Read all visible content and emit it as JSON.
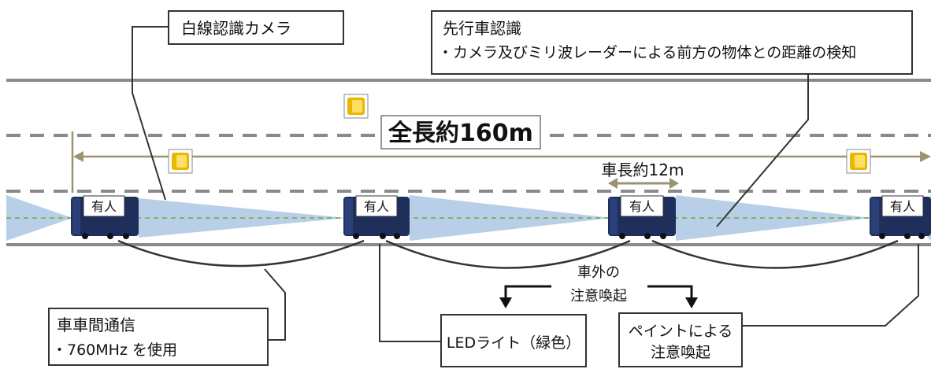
{
  "callouts": {
    "camera": "白線認識カメラ",
    "lead_title": "先行車認識",
    "lead_detail": "・カメラ及びミリ波レーダーによる前方の物体との距離の検知",
    "comm_title": "車車間通信",
    "comm_detail": "・760MHz を使用",
    "led": "LEDライト（緑色）",
    "paint_line1": "ペイントによる",
    "paint_line2": "注意喚起"
  },
  "labels": {
    "total_length": "全長約160m",
    "truck_length": "車長約12m",
    "alert_line1": "車外の",
    "alert_line2": "注意喚起"
  },
  "trucks": [
    {
      "tag": "有人"
    },
    {
      "tag": "有人"
    },
    {
      "tag": "有人"
    },
    {
      "tag": "有人"
    }
  ],
  "colors": {
    "road_line": "#8a8a8a",
    "sensor_beam": "#b9cfe8",
    "truck_body": "#1f2f5c",
    "center_dash": "#7fb36a",
    "dimension_line": "#9a9470",
    "arc": "#333333",
    "marker": "#e8b800"
  },
  "icons": {
    "marker": "yellow-marker-icon"
  }
}
